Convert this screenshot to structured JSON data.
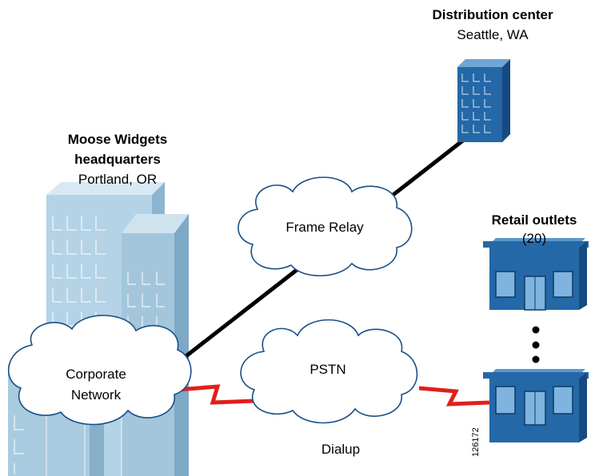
{
  "distribution_center": {
    "title": "Distribution center",
    "location": "Seattle, WA"
  },
  "headquarters": {
    "title_line1": "Moose Widgets",
    "title_line2": "headquarters",
    "location": "Portland, OR"
  },
  "retail": {
    "title": "Retail outlets",
    "count": "(20)"
  },
  "clouds": {
    "frame_relay": "Frame Relay",
    "corporate_line1": "Corporate",
    "corporate_line2": "Network",
    "pstn": "PSTN"
  },
  "labels": {
    "dialup": "Dialup",
    "figure_id": "126172"
  },
  "colors": {
    "building_light": "#a8c8dc",
    "building_dark": "#2468a8",
    "wan_link": "#000000",
    "dialup_link": "#e0201c",
    "cloud_stroke": "#1a4f86"
  }
}
